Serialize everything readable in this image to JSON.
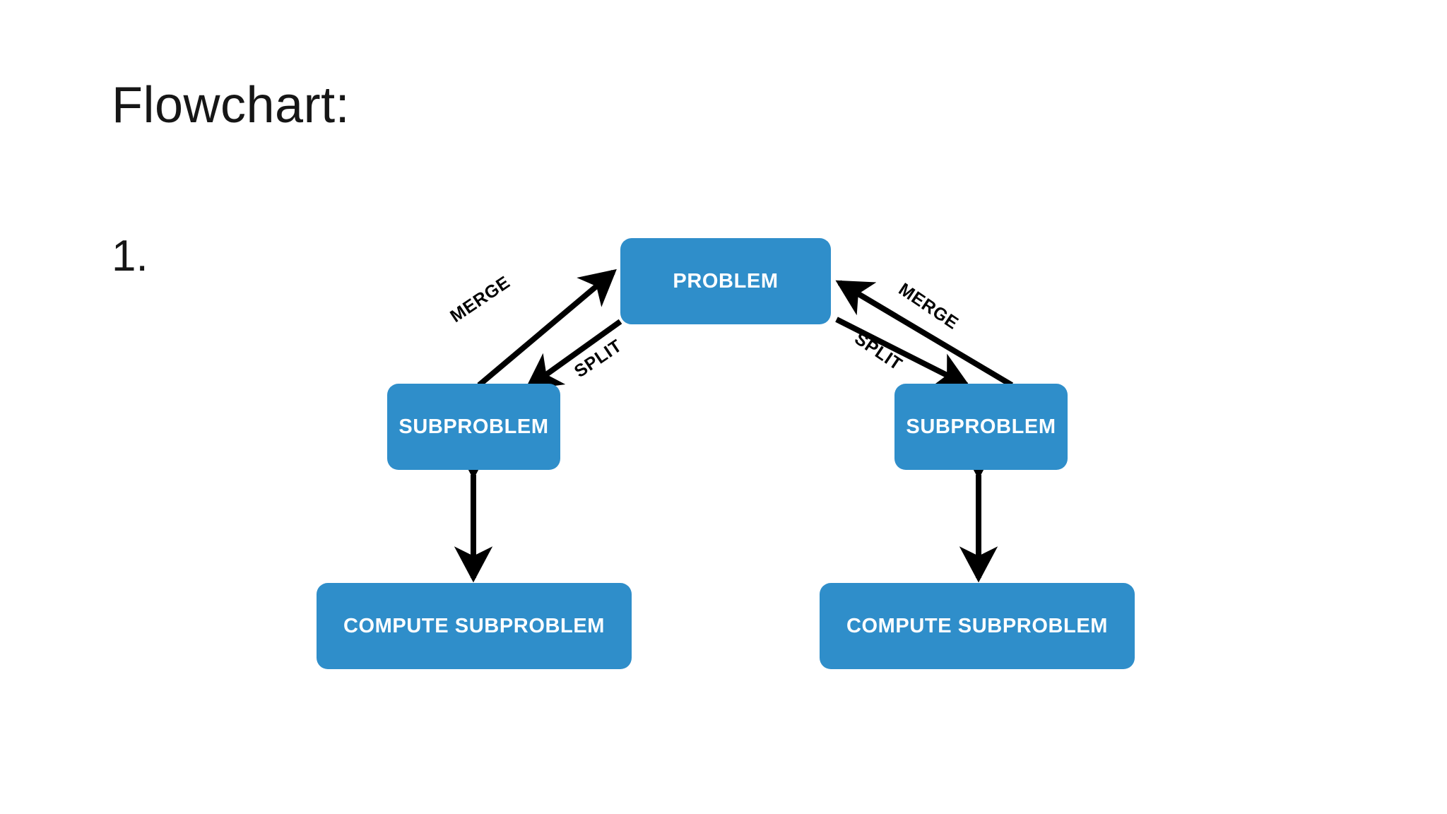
{
  "slide": {
    "title": "Flowchart:",
    "list_number": "1.",
    "background_color": "#FFFFFF",
    "text_color": "#161616"
  },
  "diagram": {
    "type": "flowchart",
    "node_fill_color": "#2F8ECA",
    "node_text_color": "#FFFFFF",
    "edge_color": "#000000",
    "nodes": [
      {
        "id": "problem",
        "label": "PROBLEM",
        "level": 0,
        "side": "center"
      },
      {
        "id": "subproblem_left",
        "label": "SUBPROBLEM",
        "level": 1,
        "side": "left"
      },
      {
        "id": "subproblem_right",
        "label": "SUBPROBLEM",
        "level": 1,
        "side": "right"
      },
      {
        "id": "compute_left",
        "label": "COMPUTE SUBPROBLEM",
        "level": 2,
        "side": "left"
      },
      {
        "id": "compute_right",
        "label": "COMPUTE SUBPROBLEM",
        "level": 2,
        "side": "right"
      }
    ],
    "edges": [
      {
        "id": "merge_left",
        "label": "MERGE",
        "from": "subproblem_left",
        "to": "problem",
        "direction": "up-right"
      },
      {
        "id": "split_left",
        "label": "SPLIT",
        "from": "problem",
        "to": "subproblem_left",
        "direction": "down-left"
      },
      {
        "id": "merge_right",
        "label": "MERGE",
        "from": "subproblem_right",
        "to": "problem",
        "direction": "up-left"
      },
      {
        "id": "split_right",
        "label": "SPLIT",
        "from": "problem",
        "to": "subproblem_right",
        "direction": "down-right"
      },
      {
        "id": "compute_link_left",
        "label": "",
        "from": "subproblem_left",
        "to": "compute_left",
        "direction": "bidirectional"
      },
      {
        "id": "compute_link_right",
        "label": "",
        "from": "subproblem_right",
        "to": "compute_right",
        "direction": "bidirectional"
      }
    ]
  }
}
